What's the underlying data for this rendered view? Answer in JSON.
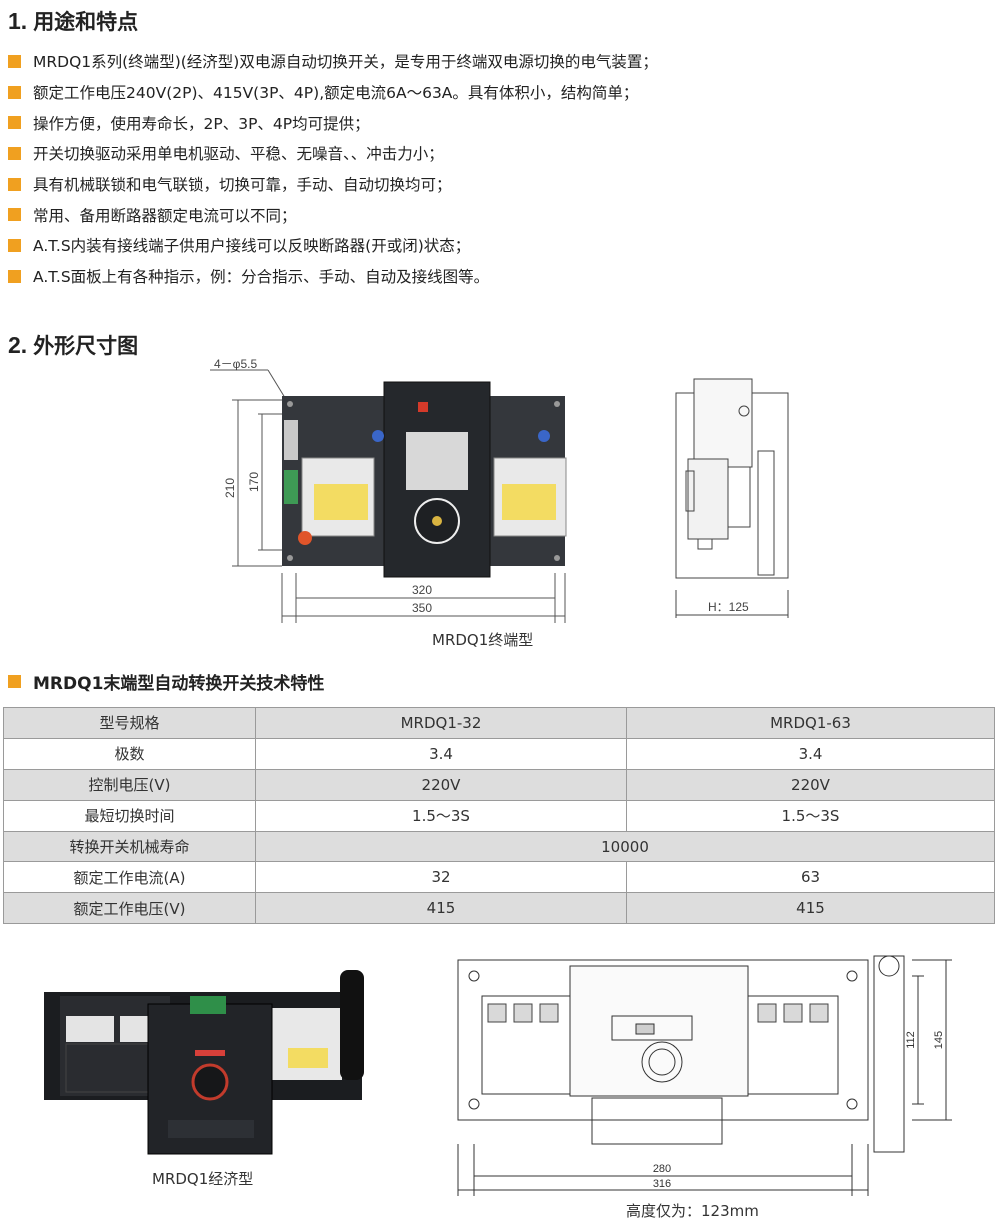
{
  "section1": {
    "number": "1.",
    "title": "用途和特点"
  },
  "bullets": [
    "MRDQ1系列(终端型)(经济型)双电源自动切换开关，是专用于终端双电源切换的电气装置；",
    "额定工作电压240V(2P)、415V(3P、4P),额定电流6A～63A。具有体积小，结构简单；",
    "操作方便，使用寿命长，2P、3P、4P均可提供；",
    "开关切换驱动采用单电机驱动、平稳、无噪音、、冲击力小；",
    "具有机械联锁和电气联锁，切换可靠，手动、自动切换均可；",
    "常用、备用断路器额定电流可以不同；",
    "A.T.S内装有接线端子供用户接线可以反映断路器(开或闭)状态；",
    "A.T.S面板上有各种指示，例：分合指示、手动、自动及接线图等。"
  ],
  "section2": {
    "number": "2.",
    "title": "外形尺寸图"
  },
  "dims_terminal": {
    "hole_label": "4－φ5.5",
    "h_outer": "210",
    "h_inner": "170",
    "w_inner": "320",
    "w_outer": "350",
    "side_depth": "H：125",
    "caption": "MRDQ1终端型"
  },
  "table_title": "MRDQ1末端型自动转换开关技术特性",
  "table": {
    "header": [
      "型号规格",
      "MRDQ1-32",
      "MRDQ1-63"
    ],
    "rows": [
      {
        "label": "极数",
        "a": "3.4",
        "b": "3.4"
      },
      {
        "label": "控制电压(V)",
        "a": "220V",
        "b": "220V"
      },
      {
        "label": "最短切换时间",
        "a": "1.5～3S",
        "b": "1.5～3S"
      },
      {
        "label": "转换开关机械寿命",
        "span": "10000"
      },
      {
        "label": "额定工作电流(A)",
        "a": "32",
        "b": "63"
      },
      {
        "label": "额定工作电压(V)",
        "a": "415",
        "b": "415"
      }
    ]
  },
  "economy": {
    "caption": "MRDQ1经济型",
    "dim_w_inner": "280",
    "dim_w_outer": "316",
    "dim_h_inner": "112",
    "dim_h_outer": "145",
    "height_note": "高度仅为：123mm"
  },
  "colors": {
    "bullet": "#f0a020",
    "table_shade": "#dddddd",
    "panel_dark": "#2e3136",
    "breaker_yellow": "#f3dc62"
  }
}
